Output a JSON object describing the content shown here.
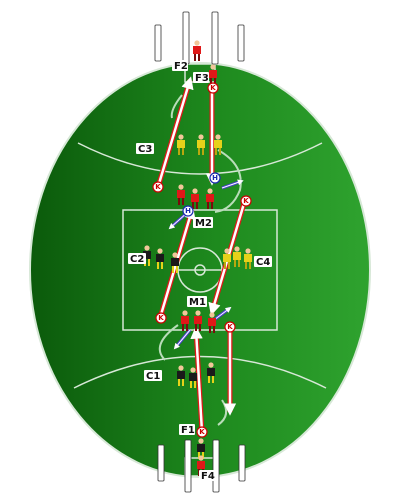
{
  "colors": {
    "field_dark": "#0b5a0b",
    "field_light": "#2fa32f",
    "lines": "#d7e8d7",
    "kick_arrow": "#ffffff",
    "handball_arrow": "#4b3bd6",
    "team_red": "#e01818",
    "team_yellow": "#e6d21a",
    "team_black": "#1a1a1a",
    "route": "#b9ddb9"
  },
  "markers": {
    "kick": "K",
    "handball": "H"
  },
  "player_groups": {
    "F2": "F2",
    "F3": "F3",
    "C3": "C3",
    "M2": "M2",
    "C2": "C2",
    "C4": "C4",
    "M1": "M1",
    "C1": "C1",
    "F1": "F1",
    "F4": "F4"
  },
  "icons": {
    "kick_marker": "kick-marker-icon",
    "handball_marker": "handball-marker-icon",
    "player": "player-figure-icon",
    "goal_post": "goal-post-icon"
  }
}
